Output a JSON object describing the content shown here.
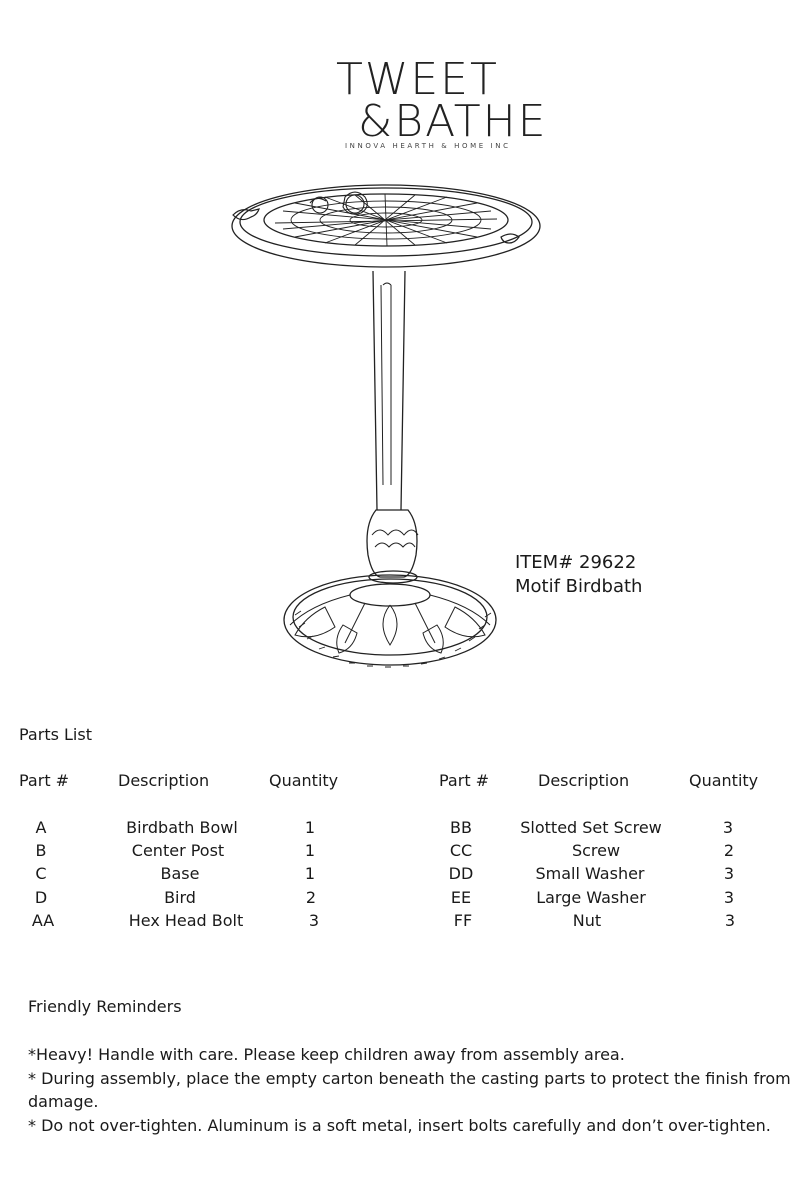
{
  "brand": {
    "line1": "TWEET",
    "line2": "&BATHE",
    "tagline": "INNOVA HEARTH & HOME INC"
  },
  "item": {
    "number": "ITEM# 29622",
    "name": "Motif Birdbath"
  },
  "parts": {
    "title": "Parts List",
    "headers": {
      "part": "Part #",
      "description": "Description",
      "quantity": "Quantity"
    },
    "left": [
      {
        "part": "A",
        "description": "Birdbath Bowl",
        "quantity": "1"
      },
      {
        "part": "B",
        "description": "Center Post",
        "quantity": "1"
      },
      {
        "part": "C",
        "description": "Base",
        "quantity": "1"
      },
      {
        "part": "D",
        "description": "Bird",
        "quantity": "2"
      },
      {
        "part": "AA",
        "description": "Hex Head Bolt",
        "quantity": "3"
      }
    ],
    "right": [
      {
        "part": "BB",
        "description": "Slotted Set Screw",
        "quantity": "3"
      },
      {
        "part": "CC",
        "description": "Screw",
        "quantity": "2"
      },
      {
        "part": "DD",
        "description": "Small Washer",
        "quantity": "3"
      },
      {
        "part": "EE",
        "description": "Large Washer",
        "quantity": "3"
      },
      {
        "part": "FF",
        "description": "Nut",
        "quantity": "3"
      }
    ]
  },
  "reminders": {
    "title": "Friendly Reminders",
    "items": [
      "*Heavy! Handle with care.  Please keep children away from assembly area.",
      "* During assembly, place the empty carton beneath the casting parts to protect the finish from damage.",
      "* Do not over-tighten. Aluminum is a soft metal, insert bolts carefully and don’t over-tighten."
    ]
  }
}
